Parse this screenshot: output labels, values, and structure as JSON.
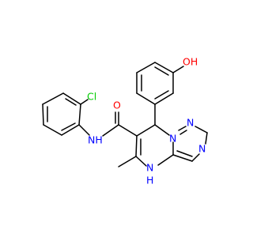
{
  "molecule": {
    "colors": {
      "carbon": "#000000",
      "nitrogen": "#0000ff",
      "oxygen": "#ff0000",
      "chlorine": "#00cc00"
    },
    "labels": {
      "cl": "Cl",
      "o_carbonyl": "O",
      "nh_amide": "NH",
      "oh": "OH",
      "n_ring_top": "N",
      "n_ring_apex": "N",
      "n_ring_right": "N",
      "n_ring_low": "N",
      "nh_ring_h": "H",
      "nh_ring_n": "N"
    }
  }
}
